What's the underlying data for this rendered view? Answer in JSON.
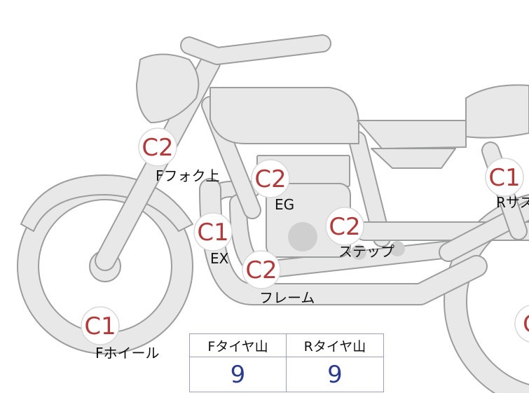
{
  "checkpoints": [
    {
      "id": "fork-top",
      "grade": "C2",
      "label": "Fフォク上"
    },
    {
      "id": "engine",
      "grade": "C2",
      "label": "EG"
    },
    {
      "id": "exhaust",
      "grade": "C1",
      "label": "EX"
    },
    {
      "id": "step",
      "grade": "C2",
      "label": "ステップ"
    },
    {
      "id": "frame",
      "grade": "C2",
      "label": "フレーム"
    },
    {
      "id": "front-wheel",
      "grade": "C1",
      "label": "Fホイール"
    },
    {
      "id": "rear-suspension",
      "grade": "C1",
      "label": "Rサス"
    },
    {
      "id": "rear-wheel",
      "grade": "C",
      "label": ""
    }
  ],
  "tire_table": {
    "front_header": "Fタイヤ山",
    "rear_header": "Rタイヤ山",
    "front_value": "9",
    "rear_value": "9"
  }
}
